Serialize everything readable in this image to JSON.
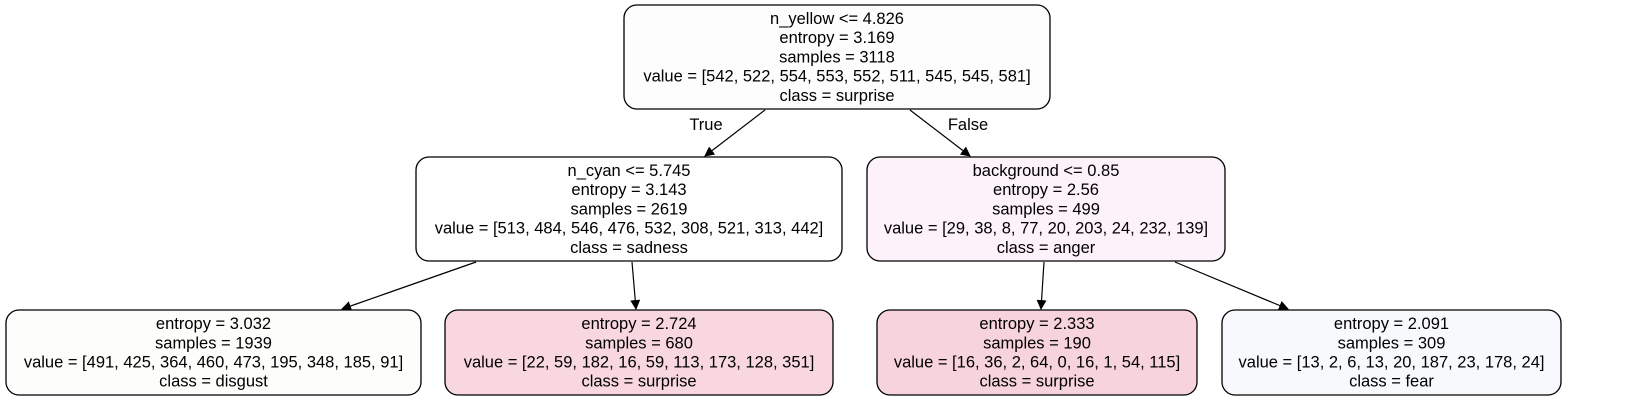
{
  "nodes": [
    {
      "id": "root",
      "lines": [
        "n_yellow <= 4.826",
        "entropy = 3.169",
        "samples = 3118",
        "value = [542, 522, 554, 553, 552, 511, 545, 545, 581]",
        "class = surprise"
      ],
      "fill": "#fdfdfd"
    },
    {
      "id": "left",
      "lines": [
        "n_cyan <= 5.745",
        "entropy = 3.143",
        "samples = 2619",
        "value = [513, 484, 546, 476, 532, 308, 521, 313, 442]",
        "class = sadness"
      ],
      "fill": "#fefefe"
    },
    {
      "id": "right",
      "lines": [
        "background <= 0.85",
        "entropy = 2.56",
        "samples = 499",
        "value = [29, 38, 8, 77, 20, 203, 24, 232, 139]",
        "class = anger"
      ],
      "fill": "#fdf2fa"
    },
    {
      "id": "left-left",
      "lines": [
        "entropy = 3.032",
        "samples = 1939",
        "value = [491, 425, 364, 460, 473, 195, 348, 185, 91]",
        "class = disgust"
      ],
      "fill": "#fdfdfb"
    },
    {
      "id": "left-right",
      "lines": [
        "entropy = 2.724",
        "samples = 680",
        "value = [22, 59, 182, 16, 59, 113, 173, 128, 351]",
        "class = surprise"
      ],
      "fill": "#f8d7e0"
    },
    {
      "id": "right-left",
      "lines": [
        "entropy = 2.333",
        "samples = 190",
        "value = [16, 36, 2, 64, 0, 16, 1, 54, 115]",
        "class = surprise"
      ],
      "fill": "#f7d3dc"
    },
    {
      "id": "right-right",
      "lines": [
        "entropy = 2.091",
        "samples = 309",
        "value = [13, 2, 6, 13, 20, 187, 23, 178, 24]",
        "class = fear"
      ],
      "fill": "#f7f9fd"
    }
  ],
  "edges": [
    {
      "from": "root",
      "to": "left",
      "label": "True"
    },
    {
      "from": "root",
      "to": "right",
      "label": "False"
    },
    {
      "from": "left",
      "to": "left-left",
      "label": ""
    },
    {
      "from": "left",
      "to": "left-right",
      "label": ""
    },
    {
      "from": "right",
      "to": "right-left",
      "label": ""
    },
    {
      "from": "right",
      "to": "right-right",
      "label": ""
    }
  ]
}
